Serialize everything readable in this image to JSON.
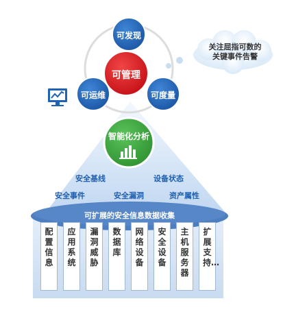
{
  "nodes": {
    "discover": "可发现",
    "manage": "可管理",
    "operate": "可运维",
    "measure": "可度量"
  },
  "callout": {
    "line1": "关注屈指可数的",
    "line2": "关键事件告警"
  },
  "analysis": {
    "label": "智能化分析"
  },
  "topics": {
    "baseline": "安全基线",
    "device_status": "设备状态",
    "security_event": "安全事件",
    "vulnerability": "安全漏洞",
    "asset_attributes": "资产属性"
  },
  "collection": {
    "label": "可扩展的安全信息数据收集"
  },
  "sources": [
    {
      "label": "配置信息"
    },
    {
      "label": "应用系统"
    },
    {
      "label": "漏洞威胁"
    },
    {
      "label": "数据库"
    },
    {
      "label": "网络设备"
    },
    {
      "label": "安全设备"
    },
    {
      "label": "主机服务器"
    },
    {
      "label": "扩展支持…"
    }
  ],
  "colors": {
    "blue_node": "#1f63b6",
    "red_node": "#d7141a",
    "green_node": "#3aa43a",
    "cone": "#cfe0f5",
    "platform": "#4d7ec0",
    "accent_text": "#1e5fb0"
  },
  "icons": [
    "monitor-chart-icon",
    "bar-chart-icon"
  ]
}
